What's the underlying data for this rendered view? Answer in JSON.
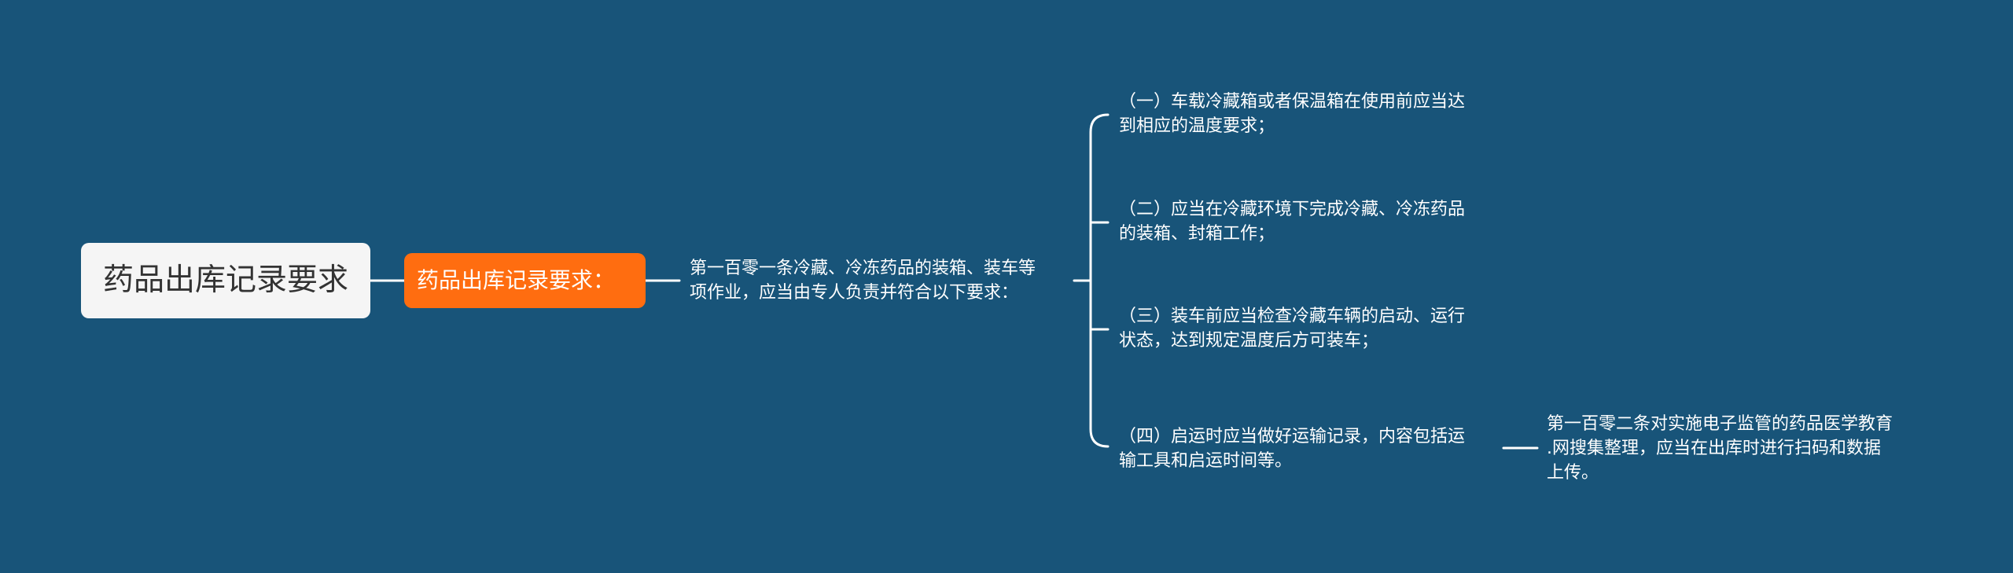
{
  "mindmap": {
    "root": {
      "label": "药品出库记录要求"
    },
    "branch": {
      "label": "药品出库记录要求："
    },
    "main_desc": {
      "lines": [
        "第一百零一条冷藏、冷冻药品的装箱、装车等",
        "项作业，应当由专人负责并符合以下要求："
      ]
    },
    "items": [
      {
        "lines": [
          "（一）车载冷藏箱或者保温箱在使用前应当达",
          "到相应的温度要求；"
        ]
      },
      {
        "lines": [
          "（二）应当在冷藏环境下完成冷藏、冷冻药品",
          "的装箱、封箱工作；"
        ]
      },
      {
        "lines": [
          "（三）装车前应当检查冷藏车辆的启动、运行",
          "状态，达到规定温度后方可装车；"
        ]
      },
      {
        "lines": [
          "（四）启运时应当做好运输记录，内容包括运",
          "输工具和启运时间等。"
        ]
      }
    ],
    "note": {
      "lines": [
        "第一百零二条对实施电子监管的药品医学教育",
        ".网搜集整理，应当在出库时进行扫码和数据",
        "上传。"
      ]
    }
  },
  "colors": {
    "background": "#185479",
    "root_fill": "#f5f5f5",
    "branch_fill": "#ff6d10",
    "line": "#ffffff"
  }
}
